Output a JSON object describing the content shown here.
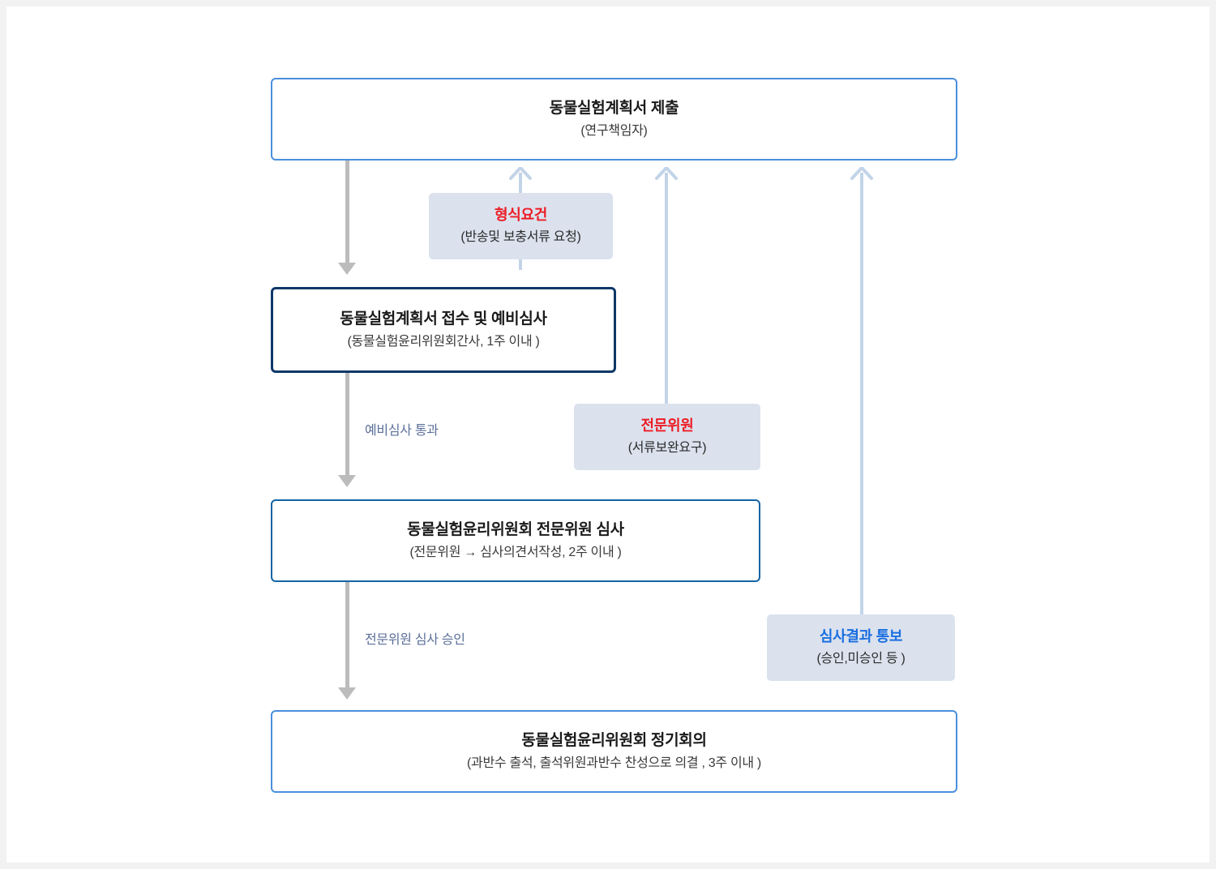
{
  "diagram": {
    "title_note": "Animal experiment plan review flowchart",
    "colors": {
      "canvas_bg": "#ffffff",
      "page_bg": "#f2f2f2",
      "node_border_light_blue": "#4a8fde",
      "node_border_navy": "#0d3868",
      "node_border_blue": "#1464a5",
      "callout_bg": "#dbe2ee",
      "callout_accent_red": "#ed1c24",
      "callout_accent_blue": "#1a6fe0",
      "arrow_gray": "#bcbcbc",
      "arrow_soft_blue": "#c3d4e8",
      "edge_label_text": "#5b6f99"
    },
    "nodes": [
      {
        "id": "submit",
        "title": "동물실험계획서 제출",
        "subtitle": "(연구책임자)"
      },
      {
        "id": "receipt",
        "title": "동물실험계획서 접수 및 예비심사",
        "subtitle": "(동물실험윤리위원회간사, 1주 이내 )"
      },
      {
        "id": "expert-review",
        "title": "동물실험윤리위원회 전문위원 심사",
        "subtitle": "(전문위원 → 심사의견서작성, 2주 이내 )"
      },
      {
        "id": "regular-meeting",
        "title": "동물실험윤리위원회 정기회의",
        "subtitle": "(과반수 출석, 출석위원과반수 찬성으로 의결 , 3주 이내 )"
      }
    ],
    "callouts": [
      {
        "id": "format-requirement",
        "title": "형식요건",
        "subtitle": "(반송및 보충서류 요청)"
      },
      {
        "id": "expert-committee",
        "title": "전문위원",
        "subtitle": "(서류보완요구)"
      },
      {
        "id": "result-notice",
        "title": "심사결과 통보",
        "subtitle": "(승인,미승인 등  )"
      }
    ],
    "edge_labels": [
      {
        "id": "pass-pre-review",
        "text": "예비심사 통과"
      },
      {
        "id": "approve-expert-review",
        "text": "전문위원 심사 승인"
      }
    ]
  }
}
